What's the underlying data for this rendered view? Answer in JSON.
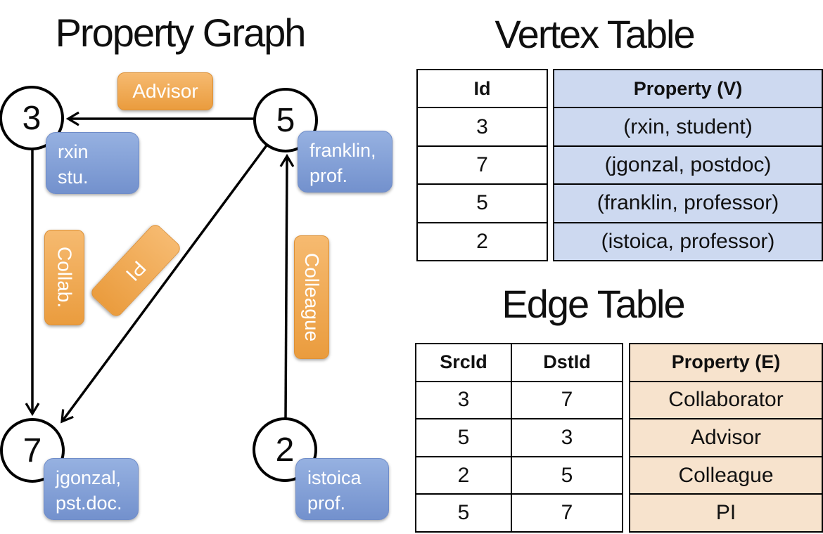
{
  "graph": {
    "title": "Property Graph",
    "vertices": [
      {
        "id": "3",
        "prop_line1": "rxin",
        "prop_line2": "stu."
      },
      {
        "id": "5",
        "prop_line1": "franklin,",
        "prop_line2": "prof."
      },
      {
        "id": "7",
        "prop_line1": "jgonzal,",
        "prop_line2": "pst.doc."
      },
      {
        "id": "2",
        "prop_line1": "istoica",
        "prop_line2": "prof."
      }
    ],
    "edge_labels": [
      "Advisor",
      "Collab.",
      "PI",
      "Colleague"
    ]
  },
  "vertex_table": {
    "title": "Vertex Table",
    "columns": {
      "id": "Id",
      "property": "Property (V)"
    },
    "rows": [
      {
        "id": "3",
        "property": "(rxin, student)"
      },
      {
        "id": "7",
        "property": "(jgonzal, postdoc)"
      },
      {
        "id": "5",
        "property": "(franklin, professor)"
      },
      {
        "id": "2",
        "property": "(istoica, professor)"
      }
    ]
  },
  "edge_table": {
    "title": "Edge Table",
    "columns": {
      "src": "SrcId",
      "dst": "DstId",
      "property": "Property (E)"
    },
    "rows": [
      {
        "src": "3",
        "dst": "7",
        "property": "Collaborator"
      },
      {
        "src": "5",
        "dst": "3",
        "property": "Advisor"
      },
      {
        "src": "2",
        "dst": "5",
        "property": "Colleague"
      },
      {
        "src": "5",
        "dst": "7",
        "property": "PI"
      }
    ]
  },
  "colors": {
    "vertex_fill": "#cdd9f0",
    "edge_fill": "#f7e3cd",
    "orange_top": "#f6ba70",
    "orange_bottom": "#ea9c3e",
    "blue_top": "#96b1e1",
    "blue_bottom": "#7391cd"
  }
}
